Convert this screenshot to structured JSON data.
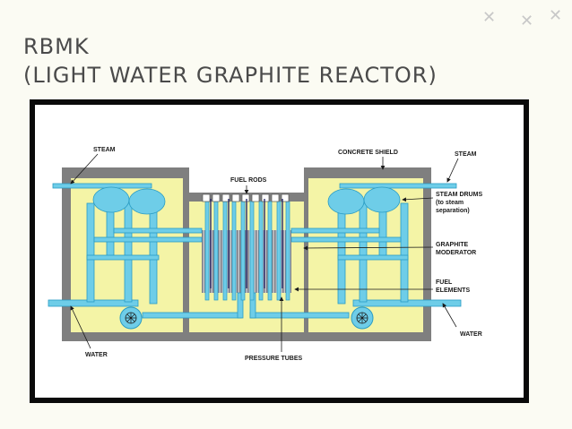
{
  "slide": {
    "title_line1": "RBMK",
    "title_line2": "(LIGHT WATER GRAPHITE REACTOR)"
  },
  "labels": {
    "steam_left": "STEAM",
    "concrete_shield": "CONCRETE SHIELD",
    "steam_right": "STEAM",
    "fuel_rods": "FUEL RODS",
    "steam_drums_1": "STEAM DRUMS",
    "steam_drums_2": "(to steam",
    "steam_drums_3": "separation)",
    "graphite_1": "GRAPHITE",
    "graphite_2": "MODERATOR",
    "fuel_elements_1": "FUEL",
    "fuel_elements_2": "ELEMENTS",
    "water_right": "WATER",
    "water_left": "WATER",
    "pressure_tubes": "PRESSURE TUBES"
  },
  "colors": {
    "shield": "#7f7f7f",
    "yellow": "#f4f4a6",
    "water": "#6ecde8",
    "water_edge": "#2a9cc4",
    "graphite": "#9a9aa0",
    "frame": "#0a0a0a"
  }
}
